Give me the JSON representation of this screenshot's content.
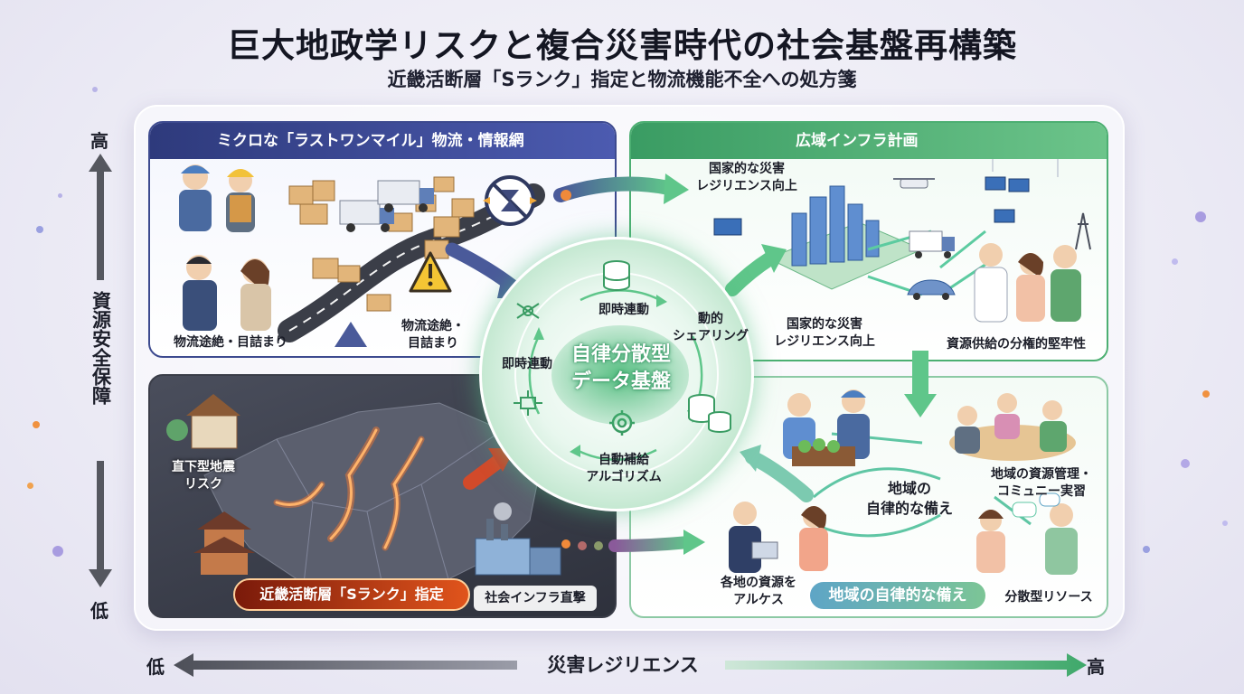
{
  "title": "巨大地政学リスクと複合災害時代の社会基盤再構築",
  "subtitle": "近畿活断層「Sランク」指定と物流機能不全への処方箋",
  "y_axis": {
    "label": "資源安全保障",
    "high": "高",
    "low": "低"
  },
  "x_axis": {
    "label": "災害レジリエンス",
    "low": "低",
    "high": "高"
  },
  "panels": {
    "top_left": {
      "header": "ミクロな「ラストワンマイル」物流・情報網",
      "label_people": "物流途絶・目詰まり",
      "label_warning": "物流途絶・\n目詰まり"
    },
    "top_right": {
      "header": "広域インフラ計画",
      "label_top": "国家的な災害\nレジリエンス向上",
      "label_bottom": "国家的な災害\nレジリエンス向上",
      "label_people": "資源供給の分権的堅牢性"
    },
    "bottom_left": {
      "label_quake": "直下型地震\nリスク",
      "badge": "近畿活断層「Sランク」指定",
      "label_infra": "社会インフラ直撃"
    },
    "bottom_right": {
      "label_center": "地域の\n自律的な備え",
      "label_community": "地域の資源管理・\nコミュニー実習",
      "label_alkes": "各地の資源を\nアルケス",
      "badge": "地域の自律的な備え",
      "label_distributed": "分散型リソース"
    }
  },
  "hub": {
    "center": "自律分散型\nデータ基盤",
    "top": "即時連動",
    "left": "即時連動",
    "right": "動的\nシェアリング",
    "bottom": "自動補給\nアルゴリズム"
  },
  "colors": {
    "navy": "#2e3a7c",
    "green": "#3a9c63",
    "fault_red": "#e0541c",
    "hub_green": "#4fbf7f"
  }
}
